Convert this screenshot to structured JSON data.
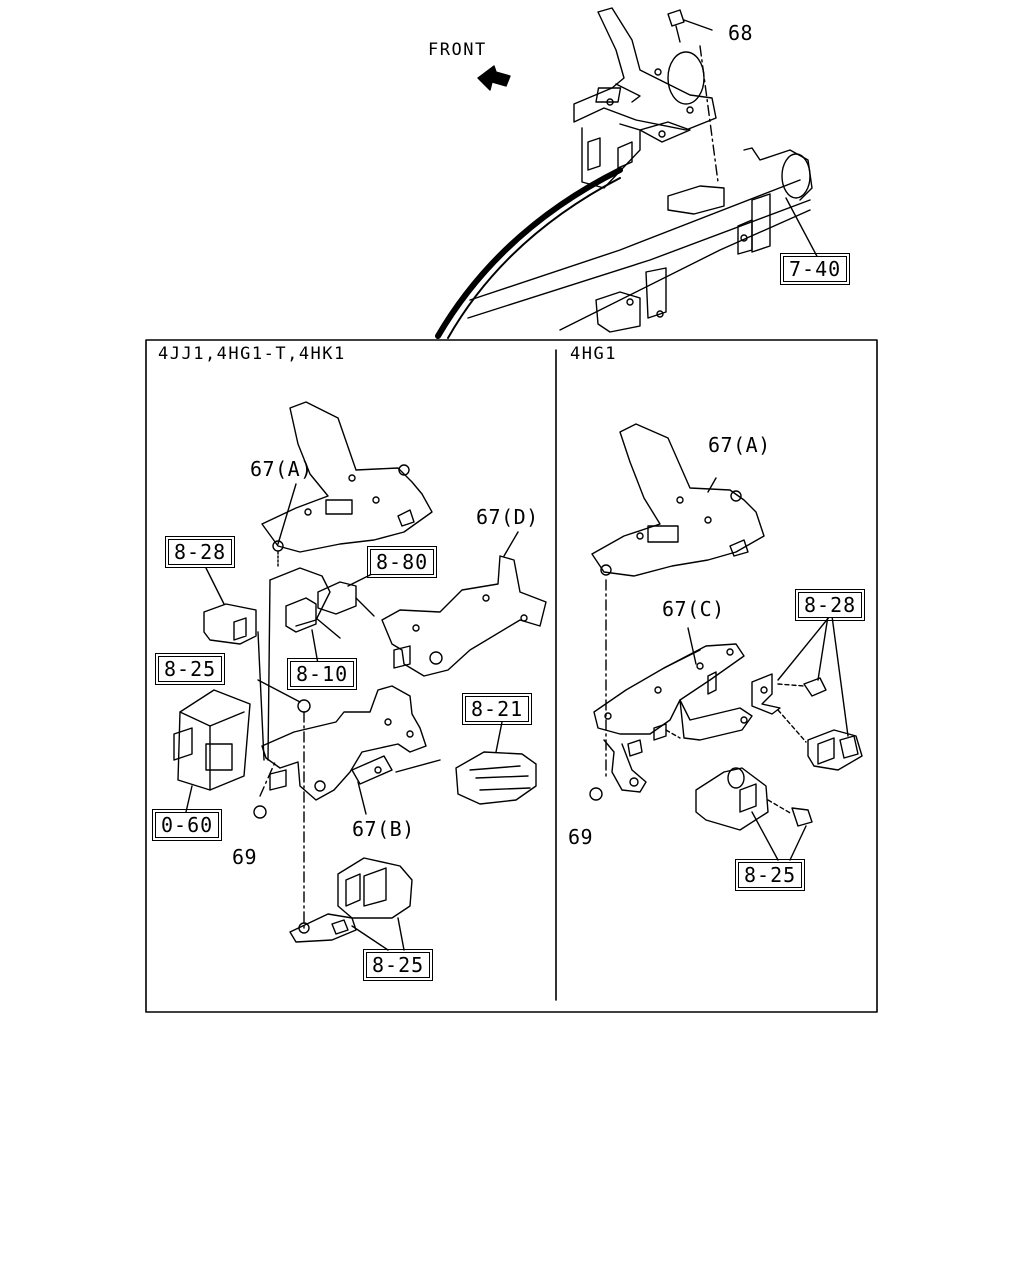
{
  "header": {
    "front_label": "FRONT"
  },
  "panels": {
    "left_title": "4JJ1,4HG1-T,4HK1",
    "right_title": "4HG1"
  },
  "callouts": {
    "top_68": "68",
    "top_7_40": "7-40",
    "left_67a": "67(A)",
    "left_67d": "67(D)",
    "left_8_28": "8-28",
    "left_8_80": "8-80",
    "left_8_10": "8-10",
    "left_8_25_upper": "8-25",
    "left_8_21": "8-21",
    "left_0_60": "0-60",
    "left_69": "69",
    "left_67b": "67(B)",
    "left_8_25_lower": "8-25",
    "right_67a": "67(A)",
    "right_67c": "67(C)",
    "right_8_28": "8-28",
    "right_69": "69",
    "right_8_25": "8-25"
  },
  "colors": {
    "ink": "#000000",
    "paper": "#ffffff"
  }
}
